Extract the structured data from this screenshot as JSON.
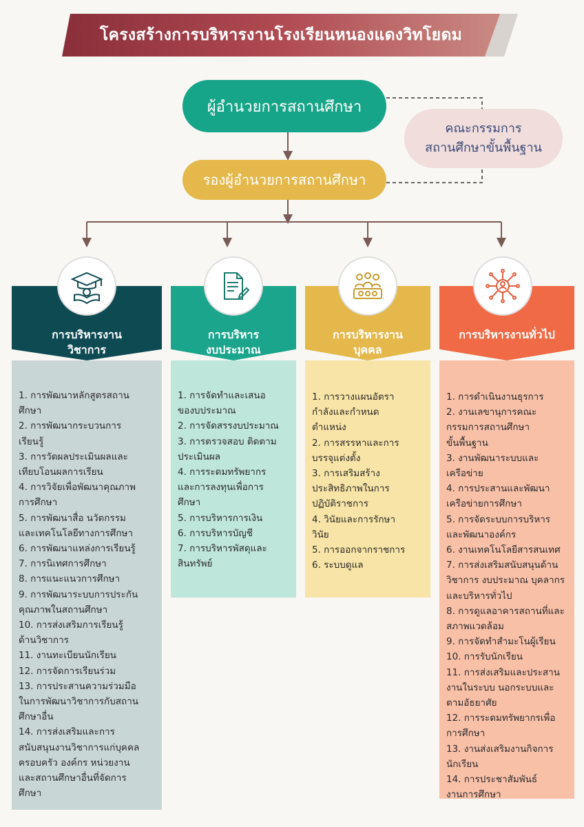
{
  "title": "โครงสร้างการบริหารงานโรงเรียนหนองแดงวิทโยดม",
  "director": "ผู้อำนวยการสถานศึกษา",
  "deputy": "รองผู้อำนวยการสถานศึกษา",
  "committee": {
    "line1": "คณะกรรมการ",
    "line2": "สถานศึกษาขั้นพื้นฐาน"
  },
  "colors": {
    "academic": "#0e4a52",
    "budget": "#1aa58c",
    "personnel": "#e4b84a",
    "general": "#f06a46"
  },
  "columns": [
    {
      "title_line1": "การบริหารงาน",
      "title_line2": "วิชาการ",
      "icon": "graduation-cap-icon",
      "items": [
        "1. การพัฒนาหลักสูตรสถาน",
        "ศึกษา",
        "2. การพัฒนากระบวนการ",
        "เรียนรู้",
        "3. การวัดผลประเมินผลและ",
        "เทียบโอนผลการเรียน",
        "4. การวิจัยเพื่อพัฒนาคุณภาพ",
        "การศึกษา",
        "5. การพัฒนาสื่อ นวัตกรรม",
        "และเทคโนโลยีทางการศึกษา",
        "6. การพัฒนาแหล่งการเรียนรู้",
        "7. การนิเทศการศึกษา",
        "8. การแนะแนวการศึกษา",
        "9. การพัฒนาระบบการประกัน",
        "คุณภาพในสถานศึกษา",
        "10. การส่งเสริมการเรียนรู้",
        "ด้านวิชาการ",
        "11. งานทะเบียนนักเรียน",
        "12. การจัดการเรียนร่วม",
        "13. การประสานความร่วมมือ",
        "ในการพัฒนาวิชาการกับสถาน",
        "ศึกษาอื่น",
        "14. การส่งเสริมและการ",
        "สนับสนุนงานวิชาการแก่บุคคล",
        "ครอบครัว องค์กร หน่วยงาน",
        "และสถานศึกษาอื่นที่จัดการ",
        "ศึกษา"
      ]
    },
    {
      "title_line1": "การบริหาร",
      "title_line2": "งบประมาณ",
      "icon": "document-edit-icon",
      "items": [
        "1. การจัดทำและเสนอ",
        "ของบประมาณ",
        "2. การจัดสรรงบประมาณ",
        "3. การตรวจสอบ ติดตาม",
        "ประเมินผล",
        "4. การระดมทรัพยากร",
        "และการลงทุนเพื่อการ",
        "ศึกษา",
        "5. การบริหารการเงิน",
        "6. การบริหารบัญชี",
        "7. การบริหารพัสดุและ",
        "สินทรัพย์"
      ]
    },
    {
      "title_line1": "การบริหารงาน",
      "title_line2": "บุคคล",
      "icon": "people-group-icon",
      "items": [
        "1. การวางแผนอัตรา",
        "กำลังและกำหนด",
        "ตำแหน่ง",
        "2. การสรรหาและการ",
        "บรรจุแต่งตั้ง",
        "3. การเสริมสร้าง",
        "ประสิทธิภาพในการ",
        "ปฏิบัติราชการ",
        "4. วินัยและการรักษา",
        "วินัย",
        "5. การออกจากราชการ",
        "6. ระบบดูแล"
      ]
    },
    {
      "title_line1": "การบริหารงานทั่วไป",
      "title_line2": "",
      "icon": "network-person-icon",
      "items": [
        "1. การดำเนินงานธุรการ",
        "2. งานเลขานุการคณะ",
        "กรรมการสถานศึกษา",
        "ขั้นพื้นฐาน",
        "3. งานพัฒนาระบบและ",
        "เครือข่าย",
        "4. การประสานและพัฒนา",
        "เครือข่ายการศึกษา",
        "5. การจัดระบบการบริหาร",
        "และพัฒนาองค์กร",
        "6. งานเทคโนโลยีสารสนเทศ",
        "7. การส่งเสริมสนับสนุนด้าน",
        "วิชาการ งบประมาณ บุคลากร",
        "และบริหารทั่วไป",
        "8. การดูแลอาคารสถานที่และ",
        "สภาพแวดล้อม",
        "9. การจัดทำสำมะโนผู้เรียน",
        "10. การรับนักเรียน",
        "11. การส่งเสริมและประสาน",
        "งานในระบบ นอกระบบและ",
        "ตามอัธยาศัย",
        "12. การระดมทรัพยากรเพื่อ",
        "การศึกษา",
        "13. งานส่งเสริมงานกิจการ",
        "นักเรียน",
        "14. การประชาสัมพันธ์",
        "งานการศึกษา"
      ]
    }
  ]
}
